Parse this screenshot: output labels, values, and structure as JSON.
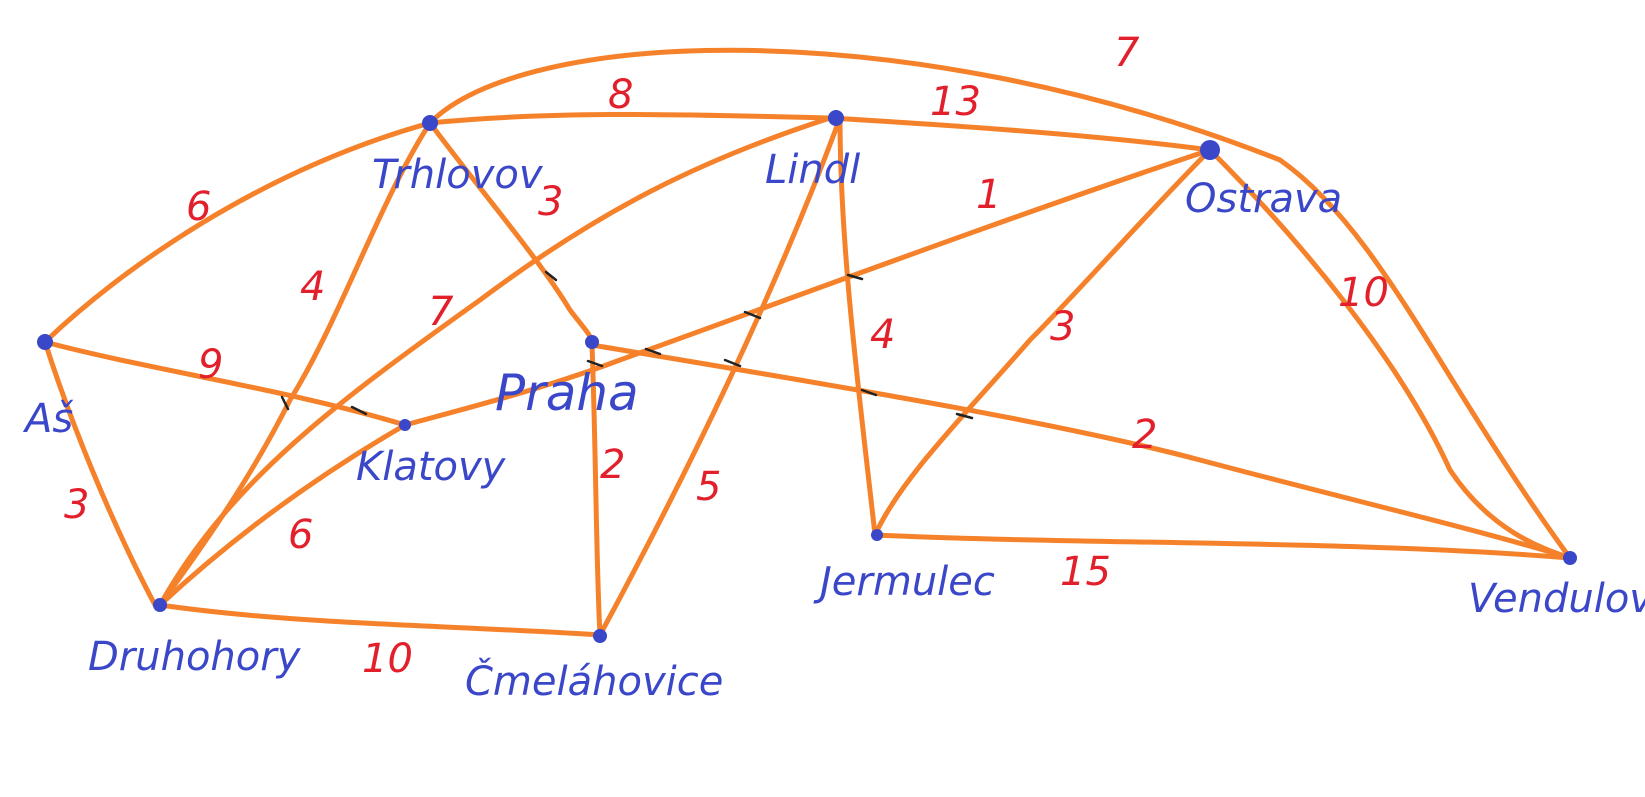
{
  "colors": {
    "edge": "#f5822a",
    "city": "#3a47c8",
    "weight": "#e2202c",
    "background": "#ffffff"
  },
  "cities": {
    "as": "Aš",
    "trhlovov": "Trhlovov",
    "lindl": "Lindl",
    "ostrava": "Ostrava",
    "praha": "Praha",
    "klatovy": "Klatovy",
    "druhohory": "Druhohory",
    "cmelahovice": "Čmeláhovice",
    "jermulec": "Jermulec",
    "vendulov": "Vendulov"
  },
  "edges": [
    {
      "from": "Aš",
      "to": "Trhlovov",
      "weight": "6"
    },
    {
      "from": "Aš",
      "to": "Klatovy",
      "weight": "9"
    },
    {
      "from": "Aš",
      "to": "Druhohory",
      "weight": "3"
    },
    {
      "from": "Trhlovov",
      "to": "Lindl",
      "weight": "8"
    },
    {
      "from": "Trhlovov",
      "to": "Vendulov",
      "weight": "7"
    },
    {
      "from": "Trhlovov",
      "to": "Druhohory",
      "weight": "4"
    },
    {
      "from": "Trhlovov",
      "to": "Praha",
      "weight": "3"
    },
    {
      "from": "Lindl",
      "to": "Druhohory",
      "weight": "7"
    },
    {
      "from": "Lindl",
      "to": "Ostrava",
      "weight": "13"
    },
    {
      "from": "Lindl",
      "to": "Jermulec",
      "weight": "4"
    },
    {
      "from": "Lindl",
      "to": "Čmeláhovice",
      "weight": "5"
    },
    {
      "from": "Ostrava",
      "to": "Klatovy",
      "weight": "1"
    },
    {
      "from": "Ostrava",
      "to": "Jermulec",
      "weight": "3"
    },
    {
      "from": "Ostrava",
      "to": "Vendulov",
      "weight": "10"
    },
    {
      "from": "Praha",
      "to": "Čmeláhovice",
      "weight": "2"
    },
    {
      "from": "Praha",
      "to": "Vendulov",
      "weight": "2"
    },
    {
      "from": "Druhohory",
      "to": "Klatovy",
      "weight": "6"
    },
    {
      "from": "Druhohory",
      "to": "Čmeláhovice",
      "weight": "10"
    },
    {
      "from": "Jermulec",
      "to": "Vendulov",
      "weight": "15"
    }
  ]
}
